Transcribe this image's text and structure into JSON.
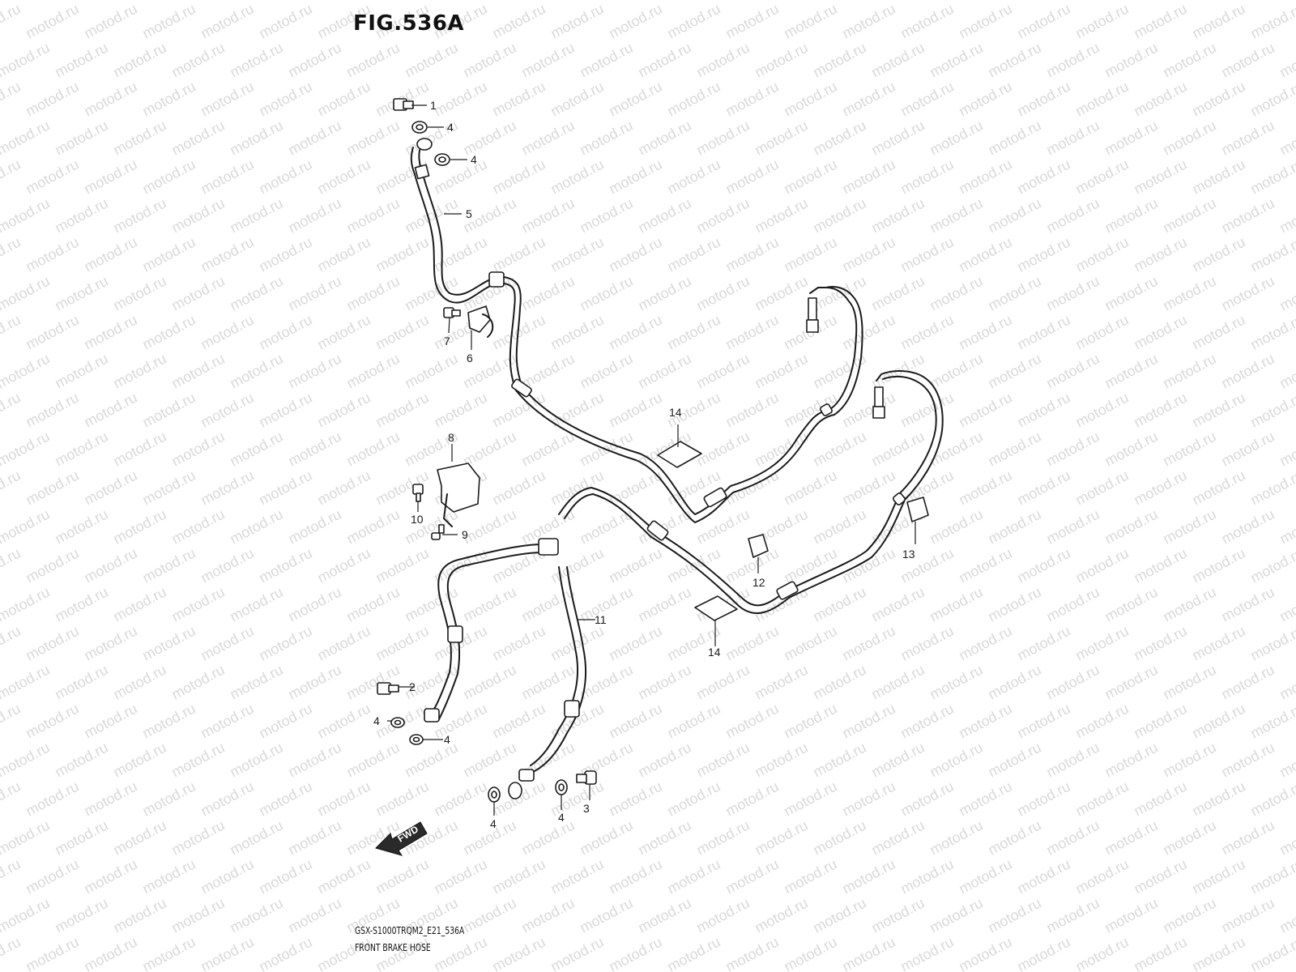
{
  "figure": {
    "title": "FIG.536A",
    "model_code": "GSX-S1000TRQM2_E21_536A",
    "section_name": "FRONT BRAKE HOSE"
  },
  "watermark": {
    "text": "motod.ru",
    "color": "#d9d9d9"
  },
  "fwd_arrow": {
    "label": "FWD"
  },
  "callouts": [
    {
      "id": "c1",
      "label": "1"
    },
    {
      "id": "c4a",
      "label": "4"
    },
    {
      "id": "c4b",
      "label": "4"
    },
    {
      "id": "c5",
      "label": "5"
    },
    {
      "id": "c7",
      "label": "7"
    },
    {
      "id": "c6",
      "label": "6"
    },
    {
      "id": "c8",
      "label": "8"
    },
    {
      "id": "c10",
      "label": "10"
    },
    {
      "id": "c9",
      "label": "9"
    },
    {
      "id": "c14a",
      "label": "14"
    },
    {
      "id": "c14b",
      "label": "14"
    },
    {
      "id": "c11",
      "label": "11"
    },
    {
      "id": "c12",
      "label": "12"
    },
    {
      "id": "c13",
      "label": "13"
    },
    {
      "id": "c2",
      "label": "2"
    },
    {
      "id": "c4c",
      "label": "4"
    },
    {
      "id": "c4d",
      "label": "4"
    },
    {
      "id": "c4e",
      "label": "4"
    },
    {
      "id": "c4f",
      "label": "4"
    },
    {
      "id": "c3",
      "label": "3"
    }
  ]
}
